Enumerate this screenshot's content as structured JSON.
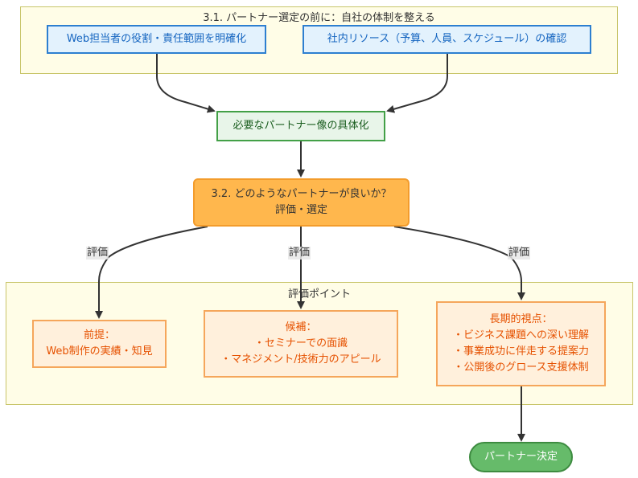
{
  "clusters": {
    "prep": {
      "title": "3.1. パートナー選定の前に：自社の体制を整える"
    },
    "evaluation": {
      "title": "評価ポイント"
    }
  },
  "nodes": {
    "role": {
      "label": "Web担当者の役割・責任範囲を明確化"
    },
    "resources": {
      "label": "社内リソース（予算、人員、スケジュール）の確認"
    },
    "ideal_partner": {
      "label": "必要なパートナー像の具体化"
    },
    "select": {
      "line1": "3.2. どのようなパートナーが良いか？",
      "line2": "評価・選定"
    },
    "premise": {
      "line1": "前提：",
      "line2": "Web制作の実績・知見"
    },
    "candidate": {
      "line1": "候補：",
      "line2": "・セミナーでの面識",
      "line3": "・マネジメント/技術力のアピール"
    },
    "longterm": {
      "line1": "長期的視点：",
      "line2": "・ビジネス課題への深い理解",
      "line3": "・事業成功に伴走する提案力",
      "line4": "・公開後のグロース支援体制"
    },
    "decision": {
      "label": "パートナー決定"
    }
  },
  "edges": {
    "eval_left": {
      "label": "評価"
    },
    "eval_mid": {
      "label": "評価"
    },
    "eval_right": {
      "label": "評価"
    }
  }
}
